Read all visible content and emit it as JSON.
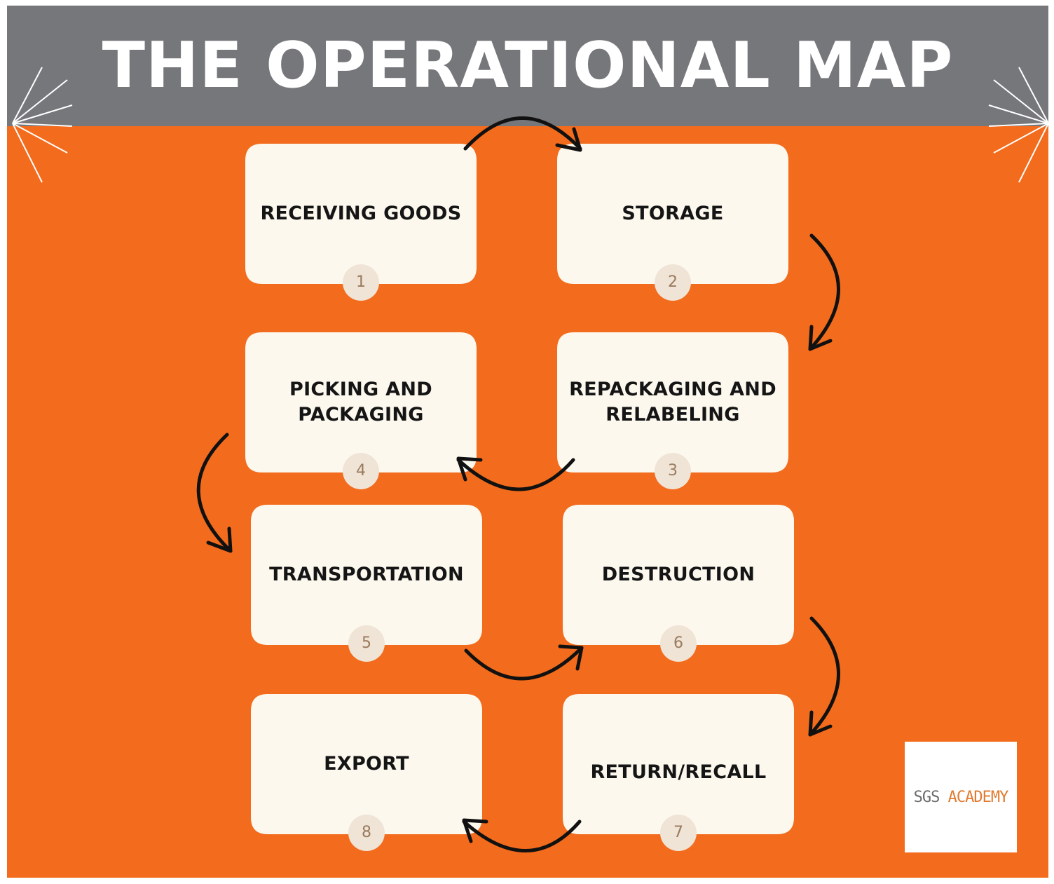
{
  "title": "THE OPERATIONAL MAP",
  "steps": [
    {
      "number": "1",
      "label": "RECEIVING GOODS"
    },
    {
      "number": "2",
      "label": "STORAGE"
    },
    {
      "number": "3",
      "label": "REPACKAGING AND\nRELABELING"
    },
    {
      "number": "4",
      "label": "PICKING AND\nPACKAGING"
    },
    {
      "number": "5",
      "label": "TRANSPORTATION"
    },
    {
      "number": "6",
      "label": "DESTRUCTION"
    },
    {
      "number": "7",
      "label": "RETURN/RECALL"
    },
    {
      "number": "8",
      "label": "EXPORT"
    }
  ],
  "logo": {
    "part1": "SGS ",
    "part2": "ACADEMY"
  },
  "colors": {
    "background": "#f36b1c",
    "header": "#76777b",
    "card": "#fcf8ee",
    "badge": "#efe4d6",
    "arrow": "#111111",
    "logo_accent": "#e07a2f"
  }
}
